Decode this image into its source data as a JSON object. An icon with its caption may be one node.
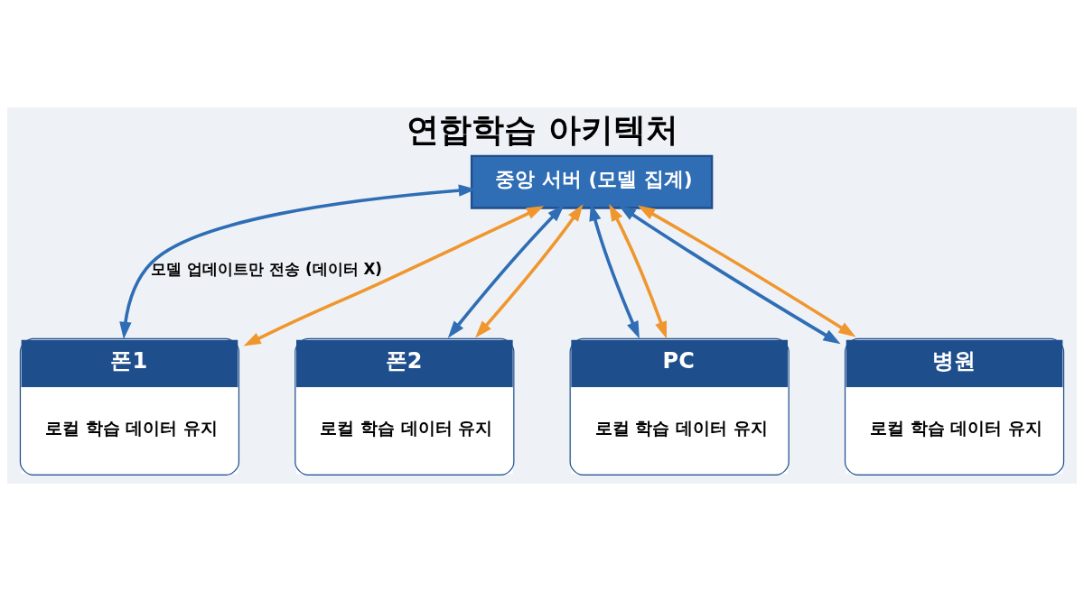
{
  "diagram": {
    "title": "연합학습 아키텍처",
    "nodes": [
      {
        "text": [
          "중앙 서버 (모델 집계)"
        ]
      },
      {
        "text": [
          "폰1",
          "로컬 학습 데이터 유지"
        ]
      },
      {
        "text": [
          "폰2",
          "로컬 학습 데이터 유지"
        ]
      },
      {
        "text": [
          "PC",
          "로컬 학습 데이터 유지"
        ]
      },
      {
        "text": [
          "병원",
          "로컬 학습 데이터 유지"
        ]
      }
    ],
    "edges": [
      {
        "from": 0,
        "to": 1,
        "arrow": "both",
        "color": "#2f6db5",
        "label": "모델 업데이트만 전송 (데이터 X)"
      },
      {
        "from": 0,
        "to": 2,
        "arrow": "both",
        "color": "#2f6db5"
      },
      {
        "from": 0,
        "to": 3,
        "arrow": "both",
        "color": "#2f6db5"
      },
      {
        "from": 0,
        "to": 4,
        "arrow": "both",
        "color": "#2f6db5"
      },
      {
        "from": 0,
        "to": 1,
        "arrow": "both",
        "color": "#f0962e"
      },
      {
        "from": 0,
        "to": 2,
        "arrow": "both",
        "color": "#f0962e"
      },
      {
        "from": 0,
        "to": 3,
        "arrow": "both",
        "color": "#f0962e"
      },
      {
        "from": 0,
        "to": 4,
        "arrow": "both",
        "color": "#f0962e"
      }
    ]
  }
}
